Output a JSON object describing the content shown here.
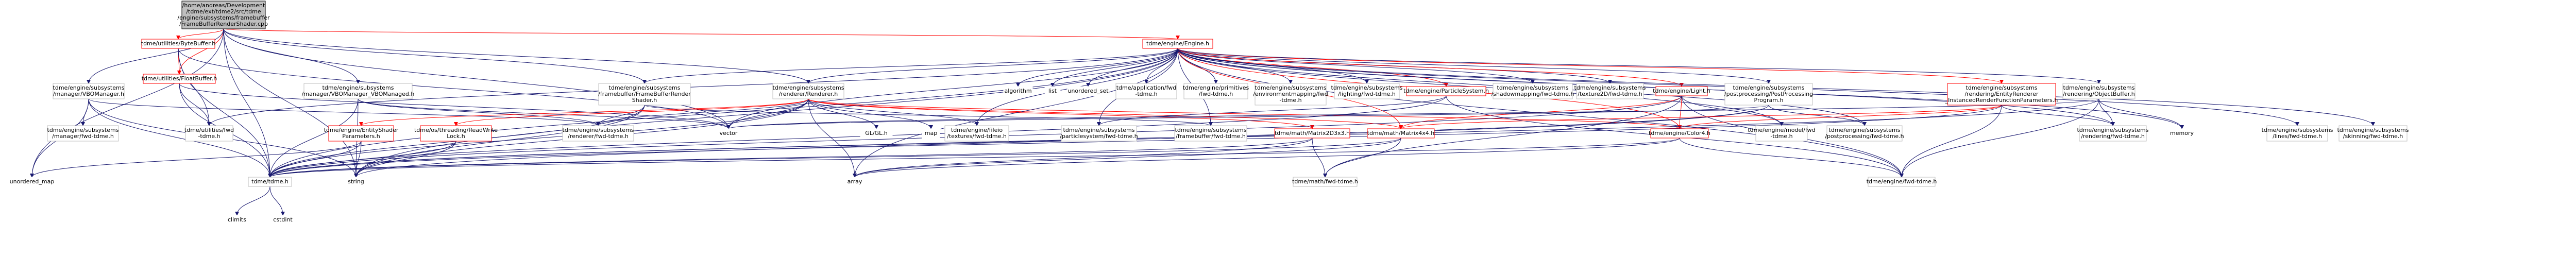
{
  "diagram": {
    "title_lines": [
      "/home/andreas/Development",
      "/tdme/ext/tdme2/src/tdme",
      "/engine/subsystems/framebuffer",
      "/FrameBufferRenderShader.cpp"
    ],
    "nodes": {
      "root": [
        "/home/andreas/Development",
        "/tdme/ext/tdme2/src/tdme",
        "/engine/subsystems/framebuffer",
        "/FrameBufferRenderShader.cpp"
      ],
      "engine": [
        "tdme/engine/Engine.h"
      ],
      "bytebuffer": [
        "tdme/utilities/ByteBuffer.h"
      ],
      "floatbuffer": [
        "tdme/utilities/FloatBuffer.h"
      ],
      "vbomanager": [
        "tdme/engine/subsystems",
        "/manager/VBOManager.h"
      ],
      "vbomanaged": [
        "tdme/engine/subsystems",
        "/manager/VBOManager_VBOManaged.h"
      ],
      "fbrendershader_h": [
        "tdme/engine/subsystems",
        "/framebuffer/FrameBufferRender",
        "Shader.h"
      ],
      "renderer": [
        "tdme/engine/subsystems",
        "/renderer/Renderer.h"
      ],
      "algorithm": [
        "algorithm"
      ],
      "list": [
        "list"
      ],
      "unordered_set": [
        "unordered_set"
      ],
      "app_fwd": [
        "tdme/application/fwd",
        "-tdme.h"
      ],
      "primitives_fwd": [
        "tdme/engine/primitives",
        "/fwd-tdme.h"
      ],
      "envmap_fwd": [
        "tdme/engine/subsystems",
        "/environmentmapping/fwd",
        "-tdme.h"
      ],
      "lighting_fwd": [
        "tdme/engine/subsystems",
        "/lighting/fwd-tdme.h"
      ],
      "particlesystem": [
        "tdme/engine/ParticleSystem.h"
      ],
      "shadowmap_fwd": [
        "tdme/engine/subsystems",
        "/shadowmapping/fwd-tdme.h"
      ],
      "texture2d_fwd": [
        "tdme/engine/subsystems",
        "/texture2D/fwd-tdme.h"
      ],
      "light": [
        "tdme/engine/Light.h"
      ],
      "postproc_prog": [
        "tdme/engine/subsystems",
        "/postprocessing/PostProcessing",
        "Program.h"
      ],
      "instanced_renderer": [
        "tdme/engine/subsystems",
        "/rendering/EntityRenderer",
        "_InstancedRenderFunctionParameters.h"
      ],
      "objectbuffer": [
        "tdme/engine/subsystems",
        "/rendering/ObjectBuffer.h"
      ],
      "manager_fwd": [
        "tdme/engine/subsystems",
        "/manager/fwd-tdme.h"
      ],
      "utilities_fwd": [
        "tdme/utilities/fwd",
        "-tdme.h"
      ],
      "entityshader": [
        "tdme/engine/EntityShader",
        "Parameters.h"
      ],
      "readwritelock": [
        "tdme/os/threading/ReadWrite",
        "Lock.h"
      ],
      "renderer_fwd": [
        "tdme/engine/subsystems",
        "/renderer/fwd-tdme.h"
      ],
      "vector": [
        "vector"
      ],
      "glfw": [
        "GL/GL.h"
      ],
      "map": [
        "map"
      ],
      "fileio_fwd": [
        "tdme/engine/fileio",
        "/textures/fwd-tdme.h"
      ],
      "particles_fwd": [
        "tdme/engine/subsystems",
        "/particlesystem/fwd-tdme.h"
      ],
      "framebuffer_fwd": [
        "tdme/engine/subsystems",
        "/framebuffer/fwd-tdme.h"
      ],
      "matrix2d3x3": [
        "tdme/math/Matrix2D3x3.h"
      ],
      "matrix4x4": [
        "tdme/math/Matrix4x4.h"
      ],
      "color4": [
        "tdme/engine/Color4.h"
      ],
      "model_fwd": [
        "tdme/engine/model/fwd",
        "-tdme.h"
      ],
      "postproc_fwd": [
        "tdme/engine/subsystems",
        "/postprocessing/fwd-tdme.h"
      ],
      "rendering_fwd": [
        "tdme/engine/subsystems",
        "/rendering/fwd-tdme.h"
      ],
      "memory": [
        "memory"
      ],
      "lines_fwd": [
        "tdme/engine/subsystems",
        "/lines/fwd-tdme.h"
      ],
      "skinning_fwd": [
        "tdme/engine/subsystems",
        "/skinning/fwd-tdme.h"
      ],
      "unordered_map": [
        "unordered_map"
      ],
      "string": [
        "string"
      ],
      "array": [
        "array"
      ],
      "tdme_h": [
        "tdme/tdme.h"
      ],
      "math_fwd": [
        "tdme/math/fwd-tdme.h"
      ],
      "engine_fwd": [
        "tdme/engine/fwd-tdme.h"
      ],
      "climits": [
        "climits"
      ],
      "cstdint": [
        "cstdint"
      ]
    }
  }
}
